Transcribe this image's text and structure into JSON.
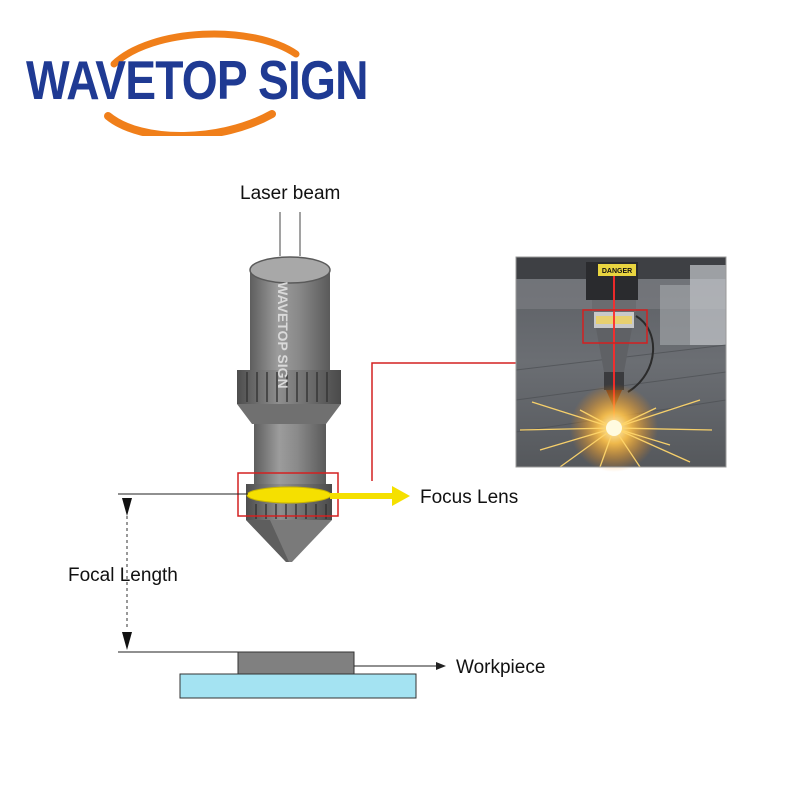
{
  "brand": {
    "name": "WAVETOP SIGN",
    "text_color": "#1f3a93",
    "arc_color": "#f07f1a",
    "nozzle_engraving": "WAVETOP SIGN"
  },
  "labels": {
    "laser_beam": "Laser beam",
    "focus_lens": "Focus Lens",
    "focal_length": "Focal Length",
    "workpiece": "Workpiece"
  },
  "photo_inset": {
    "danger_sign": "DANGER"
  },
  "colors": {
    "lens": "#f5e000",
    "highlight_box": "#d42020",
    "workpiece_base": "#a4e3f2",
    "nozzle_body": "#7c7c7c"
  }
}
